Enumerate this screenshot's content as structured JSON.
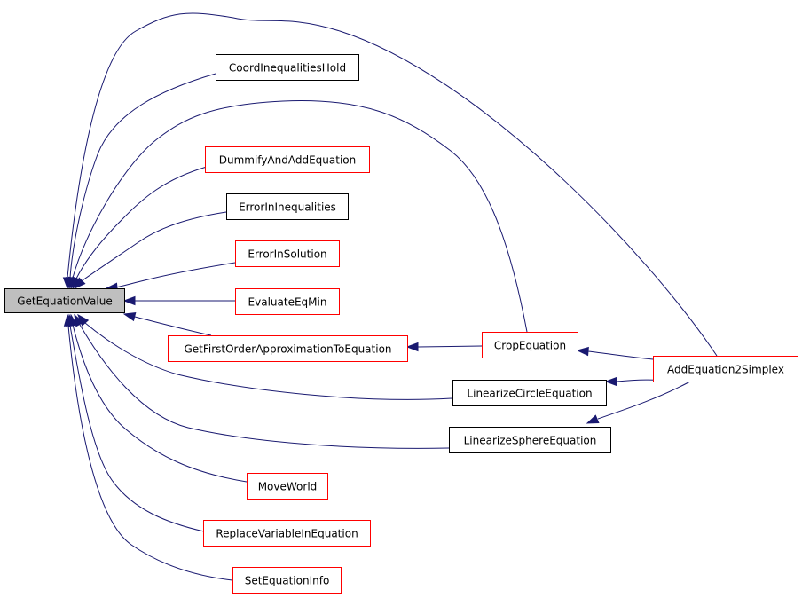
{
  "colors": {
    "edge": "#191970",
    "root_fill": "#bfbfbf",
    "black_border": "#000000",
    "red_border": "#ff0000",
    "node_fill": "#ffffff"
  },
  "nodes": {
    "root": {
      "label": "GetEquationValue",
      "style": "root"
    },
    "coord": {
      "label": "CoordInequalitiesHold",
      "style": "black"
    },
    "dummify": {
      "label": "DummifyAndAddEquation",
      "style": "red"
    },
    "errineq": {
      "label": "ErrorInInequalities",
      "style": "black"
    },
    "errsol": {
      "label": "ErrorInSolution",
      "style": "red"
    },
    "evaleq": {
      "label": "EvaluateEqMin",
      "style": "red"
    },
    "firstorder": {
      "label": "GetFirstOrderApproximationToEquation",
      "style": "red"
    },
    "crop": {
      "label": "CropEquation",
      "style": "red"
    },
    "addsimplex": {
      "label": "AddEquation2Simplex",
      "style": "red"
    },
    "lincircle": {
      "label": "LinearizeCircleEquation",
      "style": "black"
    },
    "linsphere": {
      "label": "LinearizeSphereEquation",
      "style": "black"
    },
    "moveworld": {
      "label": "MoveWorld",
      "style": "red"
    },
    "replacevar": {
      "label": "ReplaceVariableInEquation",
      "style": "red"
    },
    "seteq": {
      "label": "SetEquationInfo",
      "style": "red"
    }
  },
  "edges": [
    {
      "from": "addsimplex",
      "to": "root"
    },
    {
      "from": "coord",
      "to": "root"
    },
    {
      "from": "crop",
      "to": "root"
    },
    {
      "from": "dummify",
      "to": "root"
    },
    {
      "from": "errineq",
      "to": "root"
    },
    {
      "from": "errsol",
      "to": "root"
    },
    {
      "from": "evaleq",
      "to": "root"
    },
    {
      "from": "firstorder",
      "to": "root"
    },
    {
      "from": "crop",
      "to": "firstorder"
    },
    {
      "from": "addsimplex",
      "to": "crop"
    },
    {
      "from": "lincircle",
      "to": "root"
    },
    {
      "from": "addsimplex",
      "to": "lincircle"
    },
    {
      "from": "linsphere",
      "to": "root"
    },
    {
      "from": "addsimplex",
      "to": "linsphere"
    },
    {
      "from": "moveworld",
      "to": "root"
    },
    {
      "from": "replacevar",
      "to": "root"
    },
    {
      "from": "seteq",
      "to": "root"
    }
  ]
}
